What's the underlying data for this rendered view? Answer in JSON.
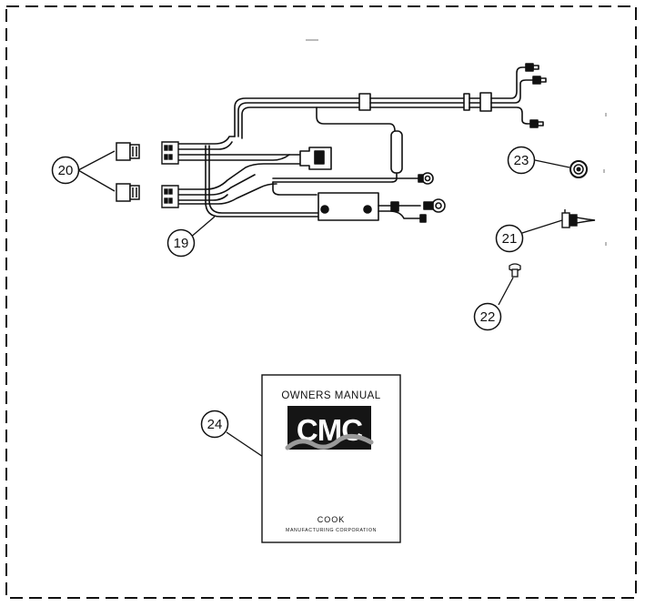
{
  "callouts": {
    "c19": "19",
    "c20": "20",
    "c21": "21",
    "c22": "22",
    "c23": "23",
    "c24": "24"
  },
  "manual": {
    "title": "OWNERS MANUAL",
    "logo": "CMC",
    "company": "COOK",
    "company_full": "MANUFACTURING CORPORATION"
  },
  "colors": {
    "line": "#111111",
    "paper": "#ffffff",
    "logo_bg": "#151515"
  }
}
